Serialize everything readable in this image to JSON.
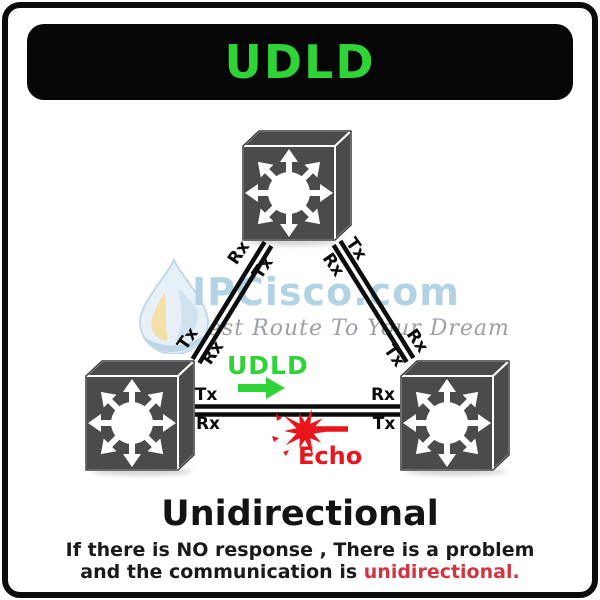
{
  "header": {
    "title": "UDLD"
  },
  "watermark": {
    "brand": "IPCisco.com",
    "tagline": "est Route To Your Dream"
  },
  "diagram": {
    "udld_label": "UDLD",
    "echo_label": "Echo",
    "switches": [
      "top-switch",
      "bottom-left-switch",
      "bottom-right-switch"
    ],
    "ports": {
      "left_diag": {
        "top_rx": "Rx",
        "top_tx": "Tx",
        "bottom_tx": "Tx",
        "bottom_rx": "Rx"
      },
      "right_diag": {
        "top_tx": "Tx",
        "top_rx": "Rx",
        "bottom_rx": "Rx",
        "bottom_tx": "Tx"
      },
      "horizontal": {
        "left_tx": "Tx",
        "left_rx": "Rx",
        "right_rx": "Rx",
        "right_tx": "Tx"
      }
    }
  },
  "footer": {
    "title": "Unidirectional",
    "line1": "If there is NO response , There is a problem",
    "line2_black": "and the communication is ",
    "line2_red": "unidirectional."
  },
  "colors": {
    "accent_green": "#2ed336",
    "alert_red": "#e8161c",
    "text_red": "#d23440",
    "watermark_blue": "#b2d3e4",
    "watermark_gray": "#9aa1a8",
    "switch_gray": "#4b4b4b",
    "line_black": "#0d0d0d"
  }
}
